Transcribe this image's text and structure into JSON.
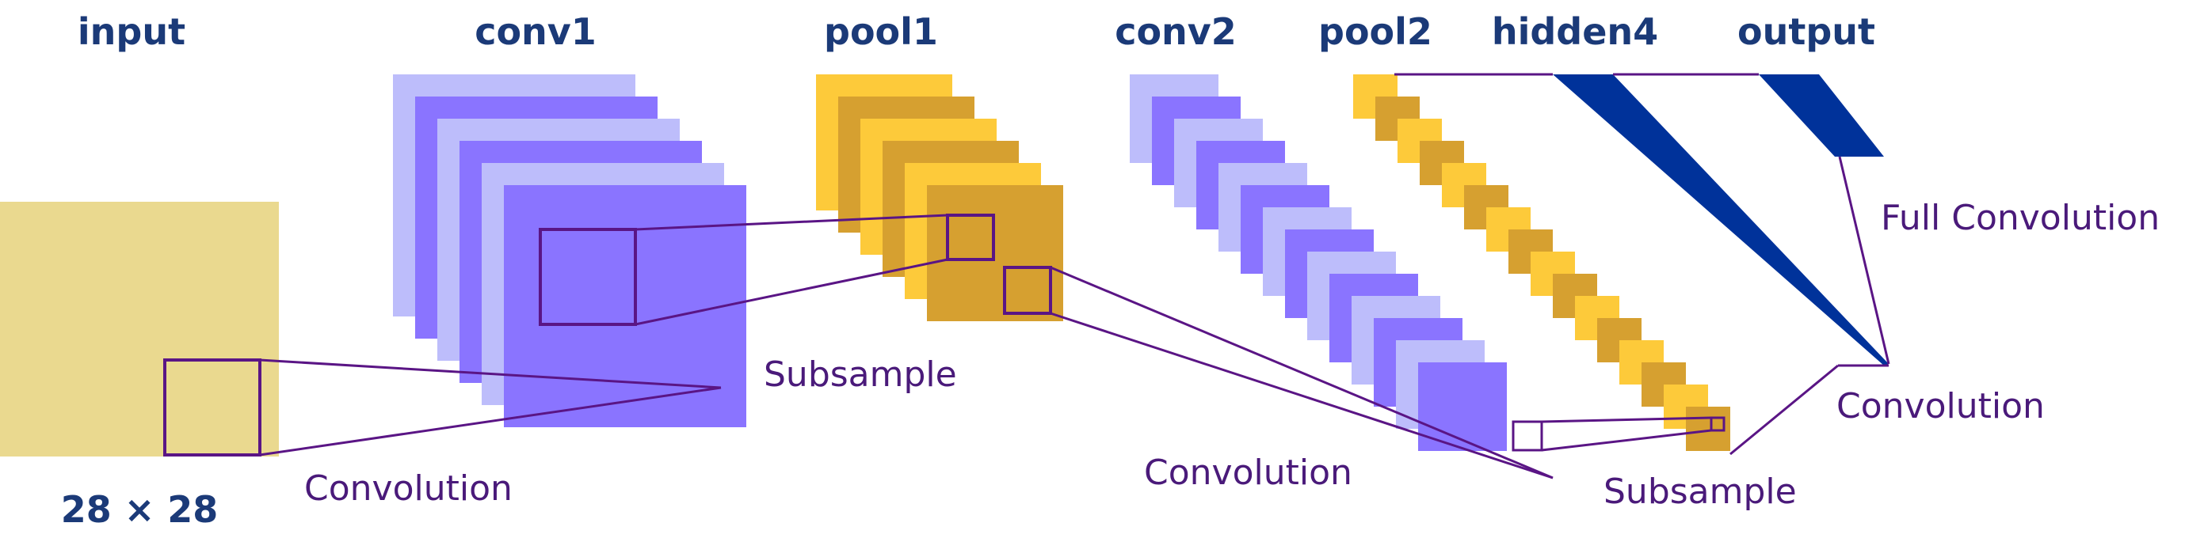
{
  "headers": {
    "input": "input",
    "conv1": "conv1",
    "pool1": "pool1",
    "conv2": "conv2",
    "pool2": "pool2",
    "hidden4": "hidden4",
    "output": "output"
  },
  "input_size": "28 × 28",
  "annotations": {
    "convolution_1": "Convolution",
    "subsample_1": "Subsample",
    "convolution_2": "Convolution",
    "subsample_2": "Subsample",
    "convolution_3": "Convolution",
    "full_convolution": "Full Convolution"
  },
  "colors": {
    "input": "#ead98f",
    "conv_light": "#bdbdfb",
    "conv_dark": "#8a74ff",
    "pool_light": "#fdca3a",
    "pool_dark": "#d6a030",
    "hidden": "#00329a",
    "line": "#5a1585",
    "header_text": "#1b3a78",
    "label_text": "#4a1a7a"
  }
}
